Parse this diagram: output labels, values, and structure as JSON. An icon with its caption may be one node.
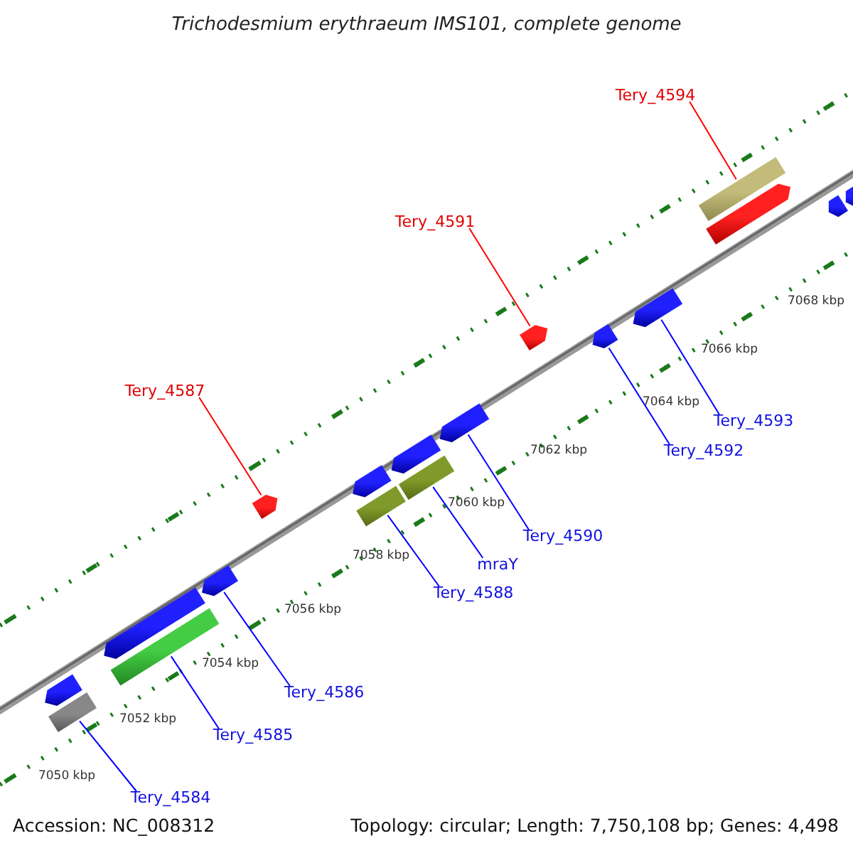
{
  "diagram": {
    "title": "Trichodesmium erythraeum IMS101, complete genome",
    "nodes": [
      {
        "text": [
          "Tery_4594"
        ]
      },
      {
        "text": [],
        "shape": "bar"
      },
      {
        "text": [],
        "shape": "arrow"
      },
      {
        "text": [],
        "shape": "arrow"
      },
      {
        "text": [],
        "shape": "arrow"
      },
      {
        "text": [
          "Tery_4591"
        ]
      },
      {
        "text": [],
        "shape": "arrow"
      },
      {
        "text": [],
        "shape": "arrow"
      },
      {
        "text": [],
        "shape": "arrow"
      },
      {
        "text": [
          "Tery_4593"
        ]
      },
      {
        "text": [
          "Tery_4592"
        ]
      },
      {
        "text": [
          "Tery_4587"
        ]
      },
      {
        "text": [],
        "shape": "arrow"
      },
      {
        "text": [],
        "shape": "arrow"
      },
      {
        "text": [],
        "shape": "arrow"
      },
      {
        "text": [],
        "shape": "arrow"
      },
      {
        "text": [],
        "shape": "bar"
      },
      {
        "text": [],
        "shape": "bar"
      },
      {
        "text": [
          "mraY"
        ]
      },
      {
        "text": [
          "Tery_4588"
        ]
      },
      {
        "text": [
          "Tery_4590"
        ]
      },
      {
        "text": [],
        "shape": "arrow"
      },
      {
        "text": [],
        "shape": "arrow"
      },
      {
        "text": [],
        "shape": "bar"
      },
      {
        "text": [
          "Tery_4586"
        ]
      },
      {
        "text": [
          "Tery_4585"
        ]
      },
      {
        "text": [],
        "shape": "arrow"
      },
      {
        "text": [],
        "shape": "bar"
      },
      {
        "text": [
          "Tery_4584"
        ]
      }
    ],
    "edges": [
      {
        "from": 0,
        "to": 1,
        "arrow": "none",
        "color": "#ff0000"
      },
      {
        "from": 5,
        "to": 6,
        "arrow": "none",
        "color": "#ff0000"
      },
      {
        "from": 9,
        "to": 8,
        "arrow": "none"
      },
      {
        "from": 10,
        "to": 7,
        "arrow": "none"
      },
      {
        "from": 11,
        "to": 12,
        "arrow": "none",
        "color": "#ff0000"
      },
      {
        "from": 18,
        "to": 17,
        "arrow": "none"
      },
      {
        "from": 19,
        "to": 16,
        "arrow": "none"
      },
      {
        "from": 20,
        "to": 13,
        "arrow": "none"
      },
      {
        "from": 24,
        "to": 21,
        "arrow": "none"
      },
      {
        "from": 25,
        "to": 23,
        "arrow": "none"
      },
      {
        "from": 28,
        "to": 27,
        "arrow": "none"
      }
    ],
    "labels": [
      "7068 kbp",
      "7066 kbp",
      "7064 kbp",
      "7062 kbp",
      "7060 kbp",
      "7058 kbp",
      "7056 kbp",
      "7054 kbp",
      "7052 kbp",
      "7050 kbp",
      "Accession: NC_008312",
      "Topology: circular; Length: 7,750,108 bp; Genes: 4,498"
    ]
  }
}
